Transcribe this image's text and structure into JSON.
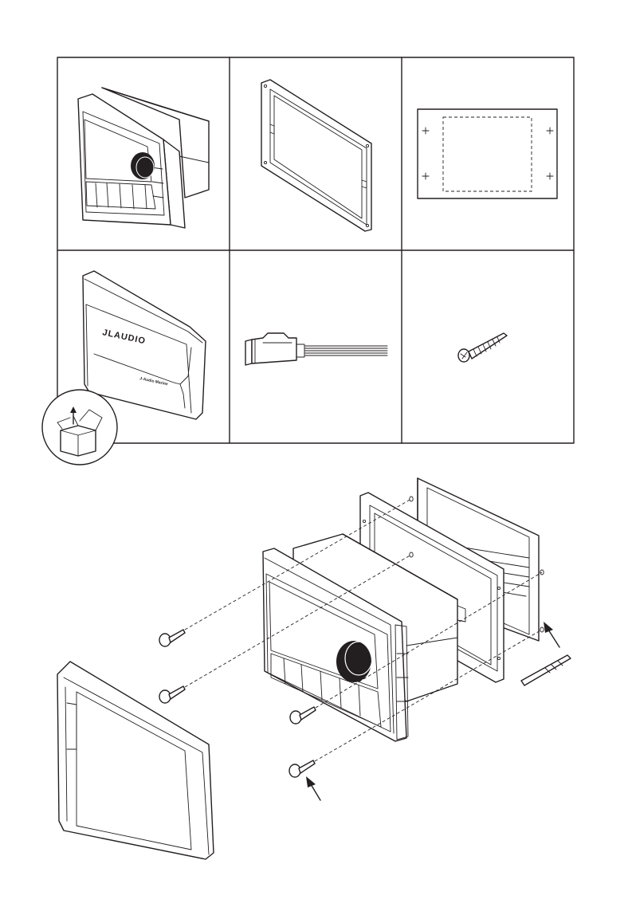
{
  "parts_grid": {
    "cells": [
      {
        "name": "head-unit"
      },
      {
        "name": "mounting-plate"
      },
      {
        "name": "cutout-template"
      },
      {
        "name": "splash-cover",
        "logo_text": "JLAUDIO",
        "sub_text": "J·Audio Marine"
      },
      {
        "name": "wire-harness"
      },
      {
        "name": "mounting-screw"
      }
    ]
  },
  "callouts": {
    "box_icon": "open-box-icon"
  },
  "colors": {
    "line": "#231f20",
    "background": "#ffffff",
    "knob": "#231f20"
  }
}
